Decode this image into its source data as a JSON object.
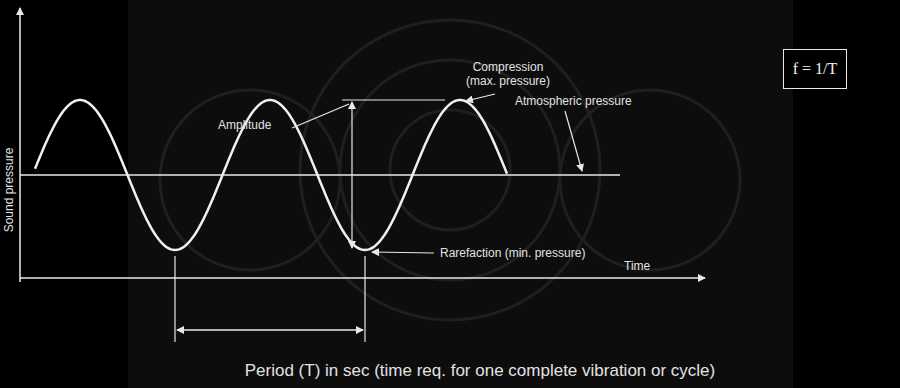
{
  "diagram": {
    "nodes": [
      {
        "text": [
          "f = 1/T"
        ]
      }
    ],
    "labels": [
      "Sound pressure",
      "Amplitude",
      "Compression (max. pressure)",
      "Atmospheric pressure",
      "Rarefaction (min. pressure)",
      "Time",
      "Period (T) in sec (time req. for one complete vibration or cycle)"
    ]
  }
}
